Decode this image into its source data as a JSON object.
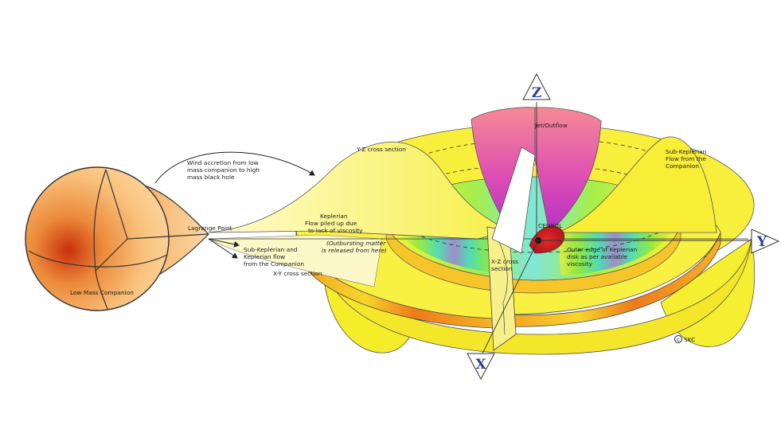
{
  "axes": {
    "z": "Z",
    "x": "X",
    "y": "Y"
  },
  "labels": {
    "jet": "Jet/Outflow",
    "yz_cross": "Y-Z cross section",
    "sub_kep_top": [
      "Sub-Keplerian",
      "Flow from the",
      "Companion"
    ],
    "wind": [
      "Wind accretion from low",
      "mass companion to high",
      "mass black hole"
    ],
    "lagrange": "Lagrange Point",
    "keplerian_pile": [
      "Keplerian",
      "Flow piled up due",
      "to lack of viscosity"
    ],
    "outburst": [
      "(Outbursting matter",
      "is released from here)"
    ],
    "sub_kep_flow": [
      "Sub-Keplerian and",
      "Keplerian flow",
      "from the Companion"
    ],
    "xy_cross": "X-Y cross section",
    "xz_cross": [
      "X-Z cross",
      "section"
    ],
    "cenbol": "CENBOL",
    "outer_edge": [
      "Outer edge of Keplerian",
      "disk as per available",
      "viscosity"
    ],
    "companion": "Low Mass Companion",
    "credit": "SKC"
  },
  "colors": {
    "disk_yellow": "#f5ec2a",
    "disk_orange": "#f08a1c",
    "jet_top": "#f37d92",
    "jet_bottom": "#c436c9",
    "companion_light": "#fbd497",
    "companion_core": "#d23e10",
    "axis_blue": "#2a3f9a"
  }
}
